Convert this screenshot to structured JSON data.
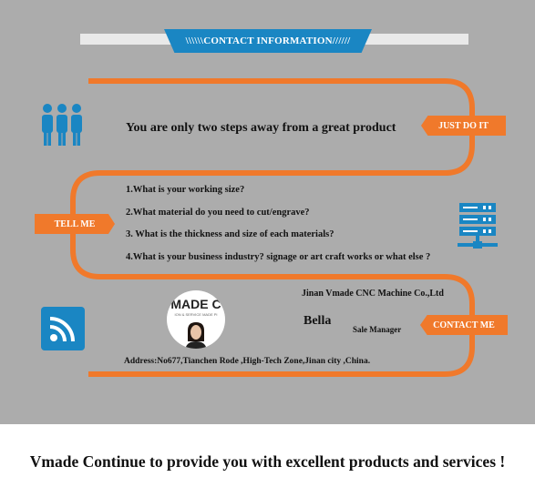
{
  "banner": {
    "title": "\\\\\\\\\\\\CONTACT INFORMATION//////"
  },
  "tags": {
    "just_do_it": "JUST DO IT",
    "tell_me": "TELL ME",
    "contact_me": "CONTACT ME"
  },
  "headline": "You are only two steps away from a great product",
  "questions": [
    "1.What is your working size?",
    "2.What material do you need to cut/engrave?",
    "3. What is the thickness and size of each materials?",
    "4.What is your business industry? signage or art craft works or what else ?"
  ],
  "contact": {
    "company": "Jinan Vmade CNC Machine Co.,Ltd",
    "name": "Bella",
    "role": "Sale Manager",
    "address": "Address:No677,Tianchen Rode ,High-Tech Zone,Jinan city ,China.",
    "avatar_logo": "MADE C",
    "avatar_sub": "ION & SERVICE   MADE PI"
  },
  "footer": "Vmade Continue to provide you with excellent products and services !",
  "icons": [
    "people-icon",
    "server-icon",
    "rss-icon"
  ],
  "colors": {
    "accent_orange": "#f0792b",
    "accent_blue": "#1a86c3",
    "panel_gray": "#acacac"
  }
}
